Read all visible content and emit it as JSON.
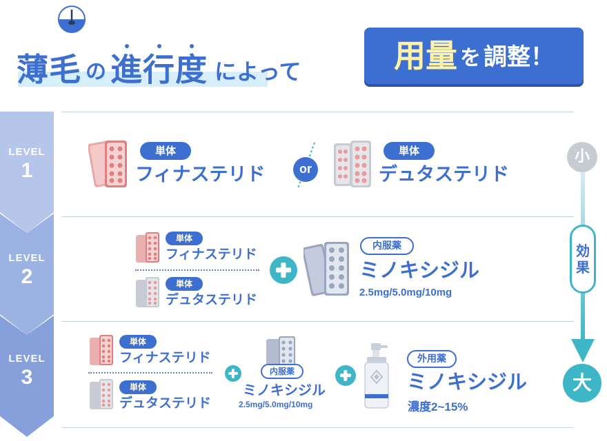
{
  "title": {
    "part1": "薄毛",
    "part2": "の",
    "part3": "進行度",
    "part4": "によって",
    "box_big1": "用",
    "box_big2": "量",
    "box_part": "を",
    "box_tail": "調整！"
  },
  "levels": [
    {
      "word": "LEVEL",
      "num": "1"
    },
    {
      "word": "LEVEL",
      "num": "2"
    },
    {
      "word": "LEVEL",
      "num": "3"
    }
  ],
  "level1": {
    "left_badge": "単体",
    "left_drug": "フィナステリド",
    "or": "or",
    "right_badge": "単体",
    "right_drug": "デュタステリド"
  },
  "level2": {
    "top_badge": "単体",
    "top_drug": "フィナステリド",
    "bottom_badge": "単体",
    "bottom_drug": "デュタステリド",
    "oral_badge": "内服薬",
    "oral_drug": "ミノキシジル",
    "oral_dose": "2.5mg/5.0mg/10mg"
  },
  "level3": {
    "top_badge": "単体",
    "top_drug": "フィナステリド",
    "bottom_badge": "単体",
    "bottom_drug": "デュタステリド",
    "oral_badge": "内服薬",
    "oral_drug": "ミノキシジル",
    "oral_dose": "2.5mg/5.0mg/10mg",
    "topical_badge": "外用薬",
    "topical_drug": "ミノキシジル",
    "topical_conc": "濃度2~15%"
  },
  "effect": {
    "small": "小",
    "label_1": "効",
    "label_2": "果",
    "big": "大"
  },
  "colors": {
    "primary": "#3d6fd1",
    "accent_teal": "#3fb6c8",
    "level_arrow": "#8ea6dc",
    "pink_pill": "#e48a8a",
    "gray_pill": "#aab3c7"
  }
}
